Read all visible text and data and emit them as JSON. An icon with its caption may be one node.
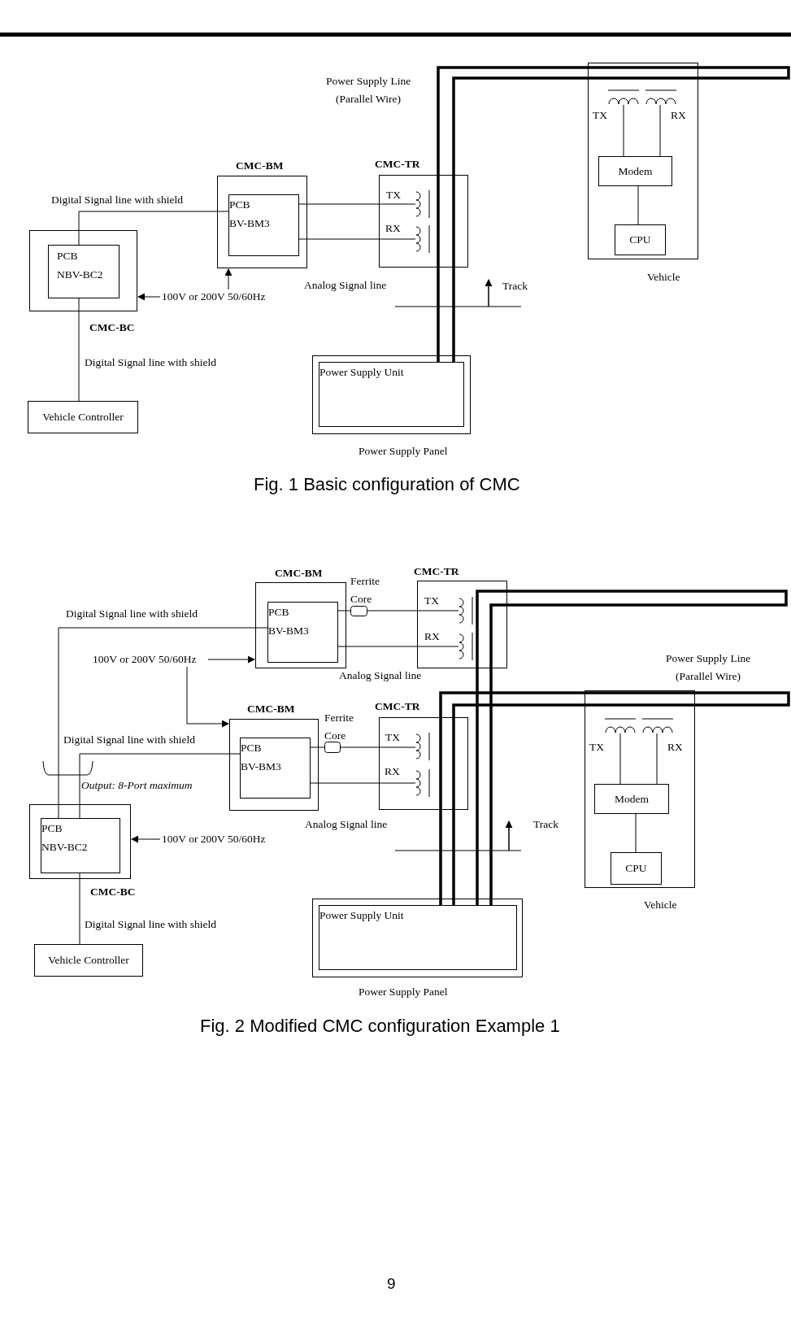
{
  "diagram": {
    "nodes": [
      {
        "text": [
          "CMC-BC"
        ]
      },
      {
        "text": [
          "PCB NBV-BC2"
        ],
        "in": 0
      },
      {
        "text": [
          "CMC-BM"
        ]
      },
      {
        "text": [
          "PCB BV-BM3"
        ],
        "in": 2
      },
      {
        "text": [
          "CMC-TR"
        ]
      },
      {
        "text": [
          "TX"
        ],
        "in": 4
      },
      {
        "text": [
          "RX"
        ],
        "in": 4
      },
      {
        "text": [
          "Vehicle"
        ]
      },
      {
        "text": [
          "TX"
        ],
        "in": 7
      },
      {
        "text": [
          "RX"
        ],
        "in": 7
      },
      {
        "text": [
          "Modem"
        ],
        "in": 7
      },
      {
        "text": [
          "CPU"
        ],
        "in": 7
      },
      {
        "text": [
          "Power Supply Panel"
        ]
      },
      {
        "text": [
          "Power Supply Unit"
        ],
        "in": 12
      },
      {
        "text": [
          "Vehicle Controller"
        ]
      },
      {
        "text": [
          "100V or 200V 50/60Hz"
        ]
      },
      {
        "text": [
          "CMC-BM"
        ]
      },
      {
        "text": [
          "PCB BV-BM3"
        ],
        "in": 16
      },
      {
        "text": [
          "Ferrite Core"
        ]
      },
      {
        "text": [
          "CMC-TR"
        ]
      },
      {
        "text": [
          "TX"
        ],
        "in": 19
      },
      {
        "text": [
          "RX"
        ],
        "in": 19
      },
      {
        "text": [
          "100V or 200V 50/60Hz"
        ]
      },
      {
        "text": [
          "CMC-BM"
        ]
      },
      {
        "text": [
          "PCB BV-BM3"
        ],
        "in": 23
      },
      {
        "text": [
          "Ferrite Core"
        ]
      },
      {
        "text": [
          "CMC-TR"
        ]
      },
      {
        "text": [
          "TX"
        ],
        "in": 26
      },
      {
        "text": [
          "RX"
        ],
        "in": 26
      },
      {
        "text": [
          "CMC-BC"
        ]
      },
      {
        "text": [
          "PCB NBV-BC2"
        ],
        "in": 29
      },
      {
        "text": [
          "100V or 200V 50/60Hz"
        ]
      },
      {
        "text": [
          "Vehicle"
        ]
      },
      {
        "text": [
          "TX"
        ],
        "in": 32
      },
      {
        "text": [
          "RX"
        ],
        "in": 32
      },
      {
        "text": [
          "Modem"
        ],
        "in": 32
      },
      {
        "text": [
          "CPU"
        ],
        "in": 32
      },
      {
        "text": [
          "Power Supply Panel"
        ]
      },
      {
        "text": [
          "Power Supply Unit"
        ],
        "in": 37
      },
      {
        "text": [
          "Vehicle Controller"
        ]
      }
    ],
    "edges": [
      {
        "from": 1,
        "to": 3,
        "arrow": "none",
        "label": "Digital Signal line with shield"
      },
      {
        "from": 3,
        "to": 5,
        "arrow": "none"
      },
      {
        "from": 3,
        "to": 6,
        "arrow": "none"
      },
      {
        "from": 15,
        "to": 0,
        "arrow": "to"
      },
      {
        "from": 15,
        "to": 2,
        "arrow": "to"
      },
      {
        "from": 1,
        "to": 14,
        "arrow": "none",
        "label": "Digital Signal line with shield"
      },
      {
        "from": 8,
        "to": 10,
        "arrow": "none"
      },
      {
        "from": 9,
        "to": 10,
        "arrow": "none"
      },
      {
        "from": 10,
        "to": 11,
        "arrow": "none"
      },
      {
        "from": 13,
        "to": 13,
        "arrow": "none",
        "style": "thick"
      },
      {
        "from": 30,
        "to": 17,
        "arrow": "none",
        "label": "Digital Signal line with shield"
      },
      {
        "from": 17,
        "to": 18,
        "arrow": "none"
      },
      {
        "from": 18,
        "to": 20,
        "arrow": "none"
      },
      {
        "from": 17,
        "to": 21,
        "arrow": "none"
      },
      {
        "from": 22,
        "to": 16,
        "arrow": "to"
      },
      {
        "from": 22,
        "to": 23,
        "arrow": "to"
      },
      {
        "from": 30,
        "to": 24,
        "arrow": "none",
        "label": "Digital Signal line with shield"
      },
      {
        "from": 24,
        "to": 25,
        "arrow": "none"
      },
      {
        "from": 25,
        "to": 27,
        "arrow": "none"
      },
      {
        "from": 24,
        "to": 28,
        "arrow": "none"
      },
      {
        "from": 31,
        "to": 29,
        "arrow": "to"
      },
      {
        "from": 30,
        "to": 39,
        "arrow": "none",
        "label": "Digital Signal line with shield"
      },
      {
        "from": 33,
        "to": 35,
        "arrow": "none"
      },
      {
        "from": 34,
        "to": 35,
        "arrow": "none"
      },
      {
        "from": 35,
        "to": 36,
        "arrow": "none"
      },
      {
        "from": 38,
        "to": 38,
        "arrow": "none",
        "style": "thick"
      },
      {
        "from": 38,
        "to": 38,
        "arrow": "none",
        "style": "thick"
      }
    ],
    "labels": [
      "Power Supply Line (Parallel Wire)",
      "Analog Signal line",
      "Track",
      "Fig. 1 Basic configuration of CMC",
      "Power Supply Line (Parallel Wire)",
      "Analog Signal line",
      "Output: 8-Port maximum",
      "Analog Signal line",
      "Track",
      "Fig. 2 Modified CMC configuration Example 1",
      "9"
    ]
  }
}
